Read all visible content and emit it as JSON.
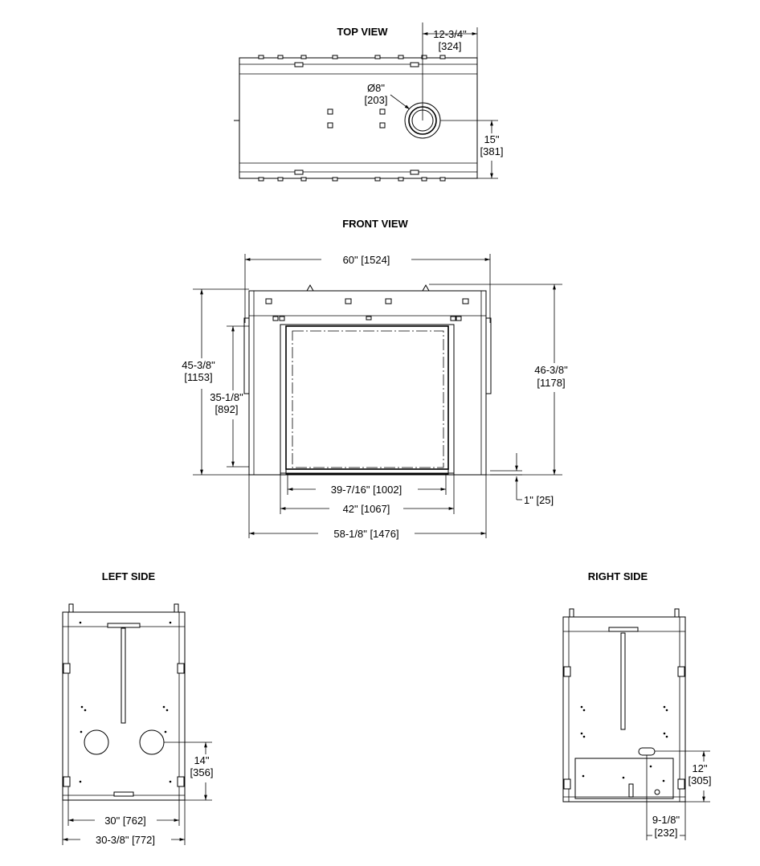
{
  "views": {
    "top": "TOP VIEW",
    "front": "FRONT VIEW",
    "left": "LEFT SIDE",
    "right": "RIGHT SIDE"
  },
  "dimensions": {
    "top_flue_offset": "12-3/4\"",
    "top_flue_offset_mm": "[324]",
    "top_flue_diameter": "Ø8\"",
    "top_flue_diameter_mm": "[203]",
    "top_flue_depth": "15\"",
    "top_flue_depth_mm": "[381]",
    "front_overall_width": "60\" [1524]",
    "front_height_left": "45-3/8\"",
    "front_height_left_mm": "[1153]",
    "front_opening_height": "35-1/8\"",
    "front_opening_height_mm": "[892]",
    "front_height_right": "46-3/8\"",
    "front_height_right_mm": "[1178]",
    "front_glass_width": "39-7/16\" [1002]",
    "front_opening_width": "42\" [1067]",
    "front_base_width": "58-1/8\" [1476]",
    "front_base_offset": "1\" [25]",
    "left_hole_height": "14\"",
    "left_hole_height_mm": "[356]",
    "left_depth": "30\" [762]",
    "left_overall_depth": "30-3/8\" [772]",
    "right_hole_height": "12\"",
    "right_hole_height_mm": "[305]",
    "right_hole_offset": "9-1/8\"",
    "right_hole_offset_mm": "[232]"
  }
}
